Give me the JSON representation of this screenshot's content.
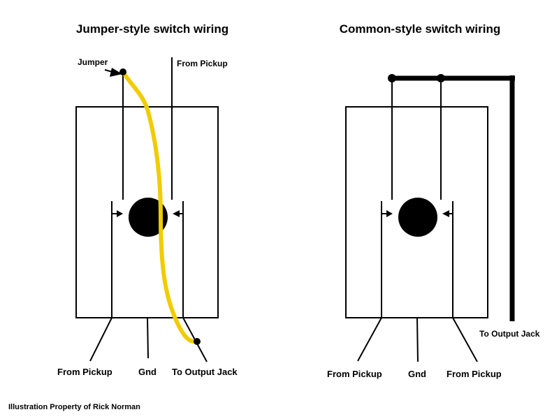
{
  "left_diagram": {
    "title": "Jumper-style switch wiring",
    "jumper_label": "Jumper",
    "from_pickup_top_label": "From Pickup",
    "from_pickup_bottom_label": "From Pickup",
    "gnd_label": "Gnd",
    "to_output_label": "To Output Jack",
    "jumper_color": "#f0cc00"
  },
  "right_diagram": {
    "title": "Common-style switch wiring",
    "to_output_label": "To Output Jack",
    "from_pickup_left_label": "From Pickup",
    "gnd_label": "Gnd",
    "from_pickup_right_label": "From Pickup"
  },
  "credit": "Illustration Property of Rick Norman"
}
